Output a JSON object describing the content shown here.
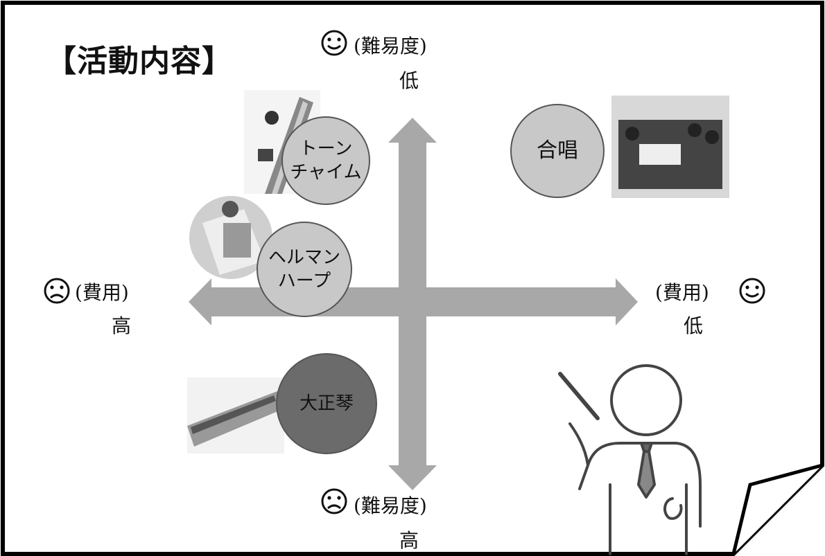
{
  "title": "【活動内容】",
  "axes": {
    "top": {
      "label": "(難易度)",
      "level": "低"
    },
    "bottom": {
      "label": "(難易度)",
      "level": "高"
    },
    "left": {
      "label": "(費用)",
      "level": "高"
    },
    "right": {
      "label": "(費用)",
      "level": "低"
    }
  },
  "faces": {
    "top": "smile-icon",
    "bottom": "frown-icon",
    "left": "frown-icon",
    "right": "smile-icon"
  },
  "activities": {
    "chorus": {
      "label": "合唱"
    },
    "tone_chime": {
      "line1": "トーン",
      "line2": "チャイム"
    },
    "hellman_harp": {
      "line1": "ヘルマン",
      "line2": "ハープ"
    },
    "taisho_koto": {
      "label": "大正琴"
    }
  },
  "colors": {
    "arrow": "#a8a8a8",
    "circle_light": "#c8c8c8",
    "circle_dark": "#6b6b6b",
    "frame": "#000000"
  }
}
